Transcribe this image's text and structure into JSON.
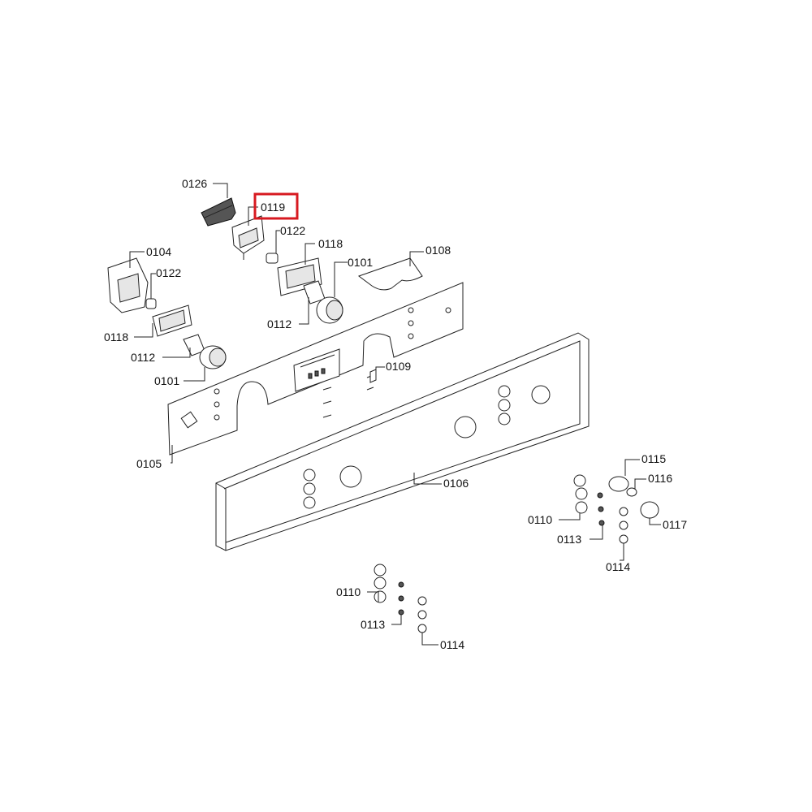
{
  "highlight_color": "#d71920",
  "highlighted_part": "0119",
  "labels": {
    "l0126": "0126",
    "l0119": "0119",
    "l0122a": "0122",
    "l0118a": "0118",
    "l0101a": "0101",
    "l0108": "0108",
    "l0112a": "0112",
    "l0104": "0104",
    "l0122b": "0122",
    "l0118b": "0118",
    "l0112b": "0112",
    "l0101b": "0101",
    "l0109": "0109",
    "l0105": "0105",
    "l0106": "0106",
    "l0115": "0115",
    "l0116": "0116",
    "l0110a": "0110",
    "l0117": "0117",
    "l0113a": "0113",
    "l0114a": "0114",
    "l0110b": "0110",
    "l0113b": "0113",
    "l0114b": "0114"
  }
}
